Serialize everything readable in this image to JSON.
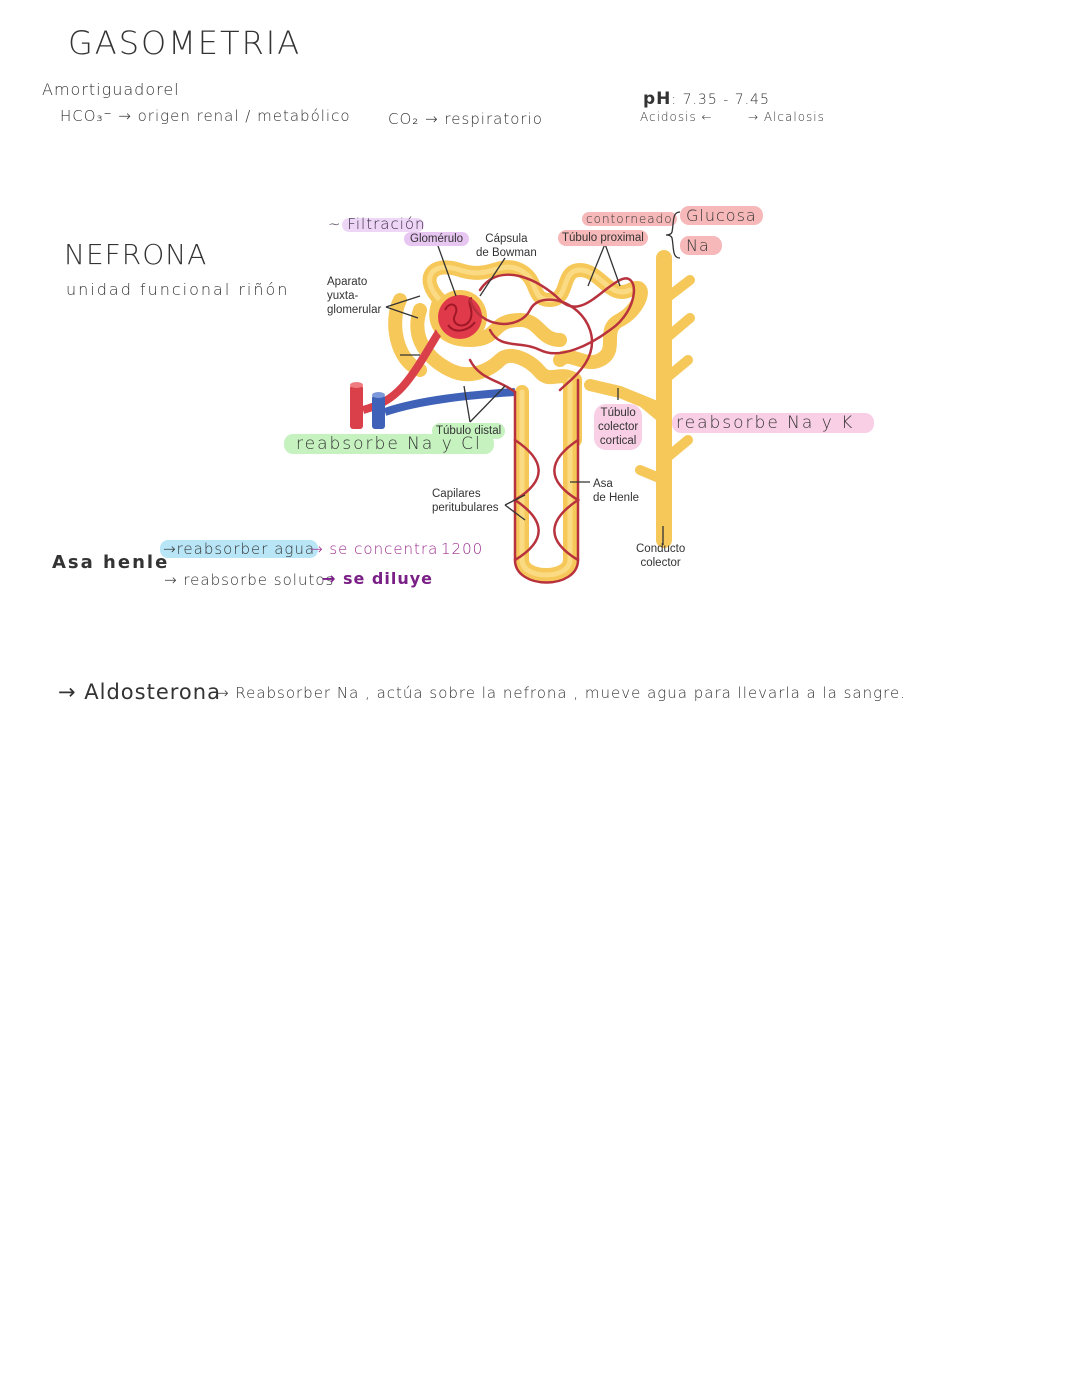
{
  "header": {
    "title": "GASOMETRIA",
    "amortiguadores": "Amortiguadorel",
    "hco3": "HCO₃⁻ → origen renal / metabólico",
    "co2": "CO₂ → respiratorio",
    "ph_label": "pH",
    "ph_range": ": 7.35 - 7.45",
    "acidosis": "Acidosis ←",
    "alcalosis": "→ Alcalosis"
  },
  "nefrona": {
    "title": "NEFRONA",
    "subtitle": "unidad funcional riñón"
  },
  "diagram_labels": {
    "filtracion": "~ Filtración",
    "glomerulo": "Glomérulo",
    "capsula_bowman": "Cápsula\nde Bowman",
    "contorneado": "contorneado",
    "tubulo_proximal": "Túbulo proximal",
    "glucosa": "Glucosa",
    "na": "Na",
    "aparato": "Aparato\nyuxta-\nglomerular",
    "tubulo_distal": "Túbulo distal",
    "reabsorbe_na_cl": "reabsorbe  Na y Cl",
    "tubulo_colector": "Túbulo\ncolector\ncortical",
    "reabsorbe_na_k": "reabsorbe  Na y K",
    "capilares": "Capilares\nperitubulares",
    "asa_de_henle": "Asa\nde Henle",
    "conducto_colector": "Conducto\ncolector"
  },
  "asa_henle": {
    "title": "Asa  henle",
    "line1": "→reabsorber agua",
    "line1_result": "→ se concentra",
    "line1_value": "1200",
    "line2": "→ reabsorbe solutos",
    "line2_result": "→ se diluye"
  },
  "aldosterona": {
    "title": "→ Aldosterona",
    "text": "→ Reabsorber  Na ,  actúa  sobre  la  nefrona  ,  mueve  agua  para  llevarla  a  la  sangre."
  },
  "colors": {
    "tubule": "#f6c85a",
    "tubule_light": "#fbe08f",
    "artery": "#d9404a",
    "vein": "#3f62b8",
    "capillary": "#b8323e",
    "highlight_pink": "#f6b8b8",
    "highlight_lilac": "#e7c6f2",
    "highlight_green": "#c6f2c0",
    "highlight_blue": "#b9e6f7",
    "highlight_rose": "#f9cfe6",
    "purple_text": "#9b2c8e"
  }
}
